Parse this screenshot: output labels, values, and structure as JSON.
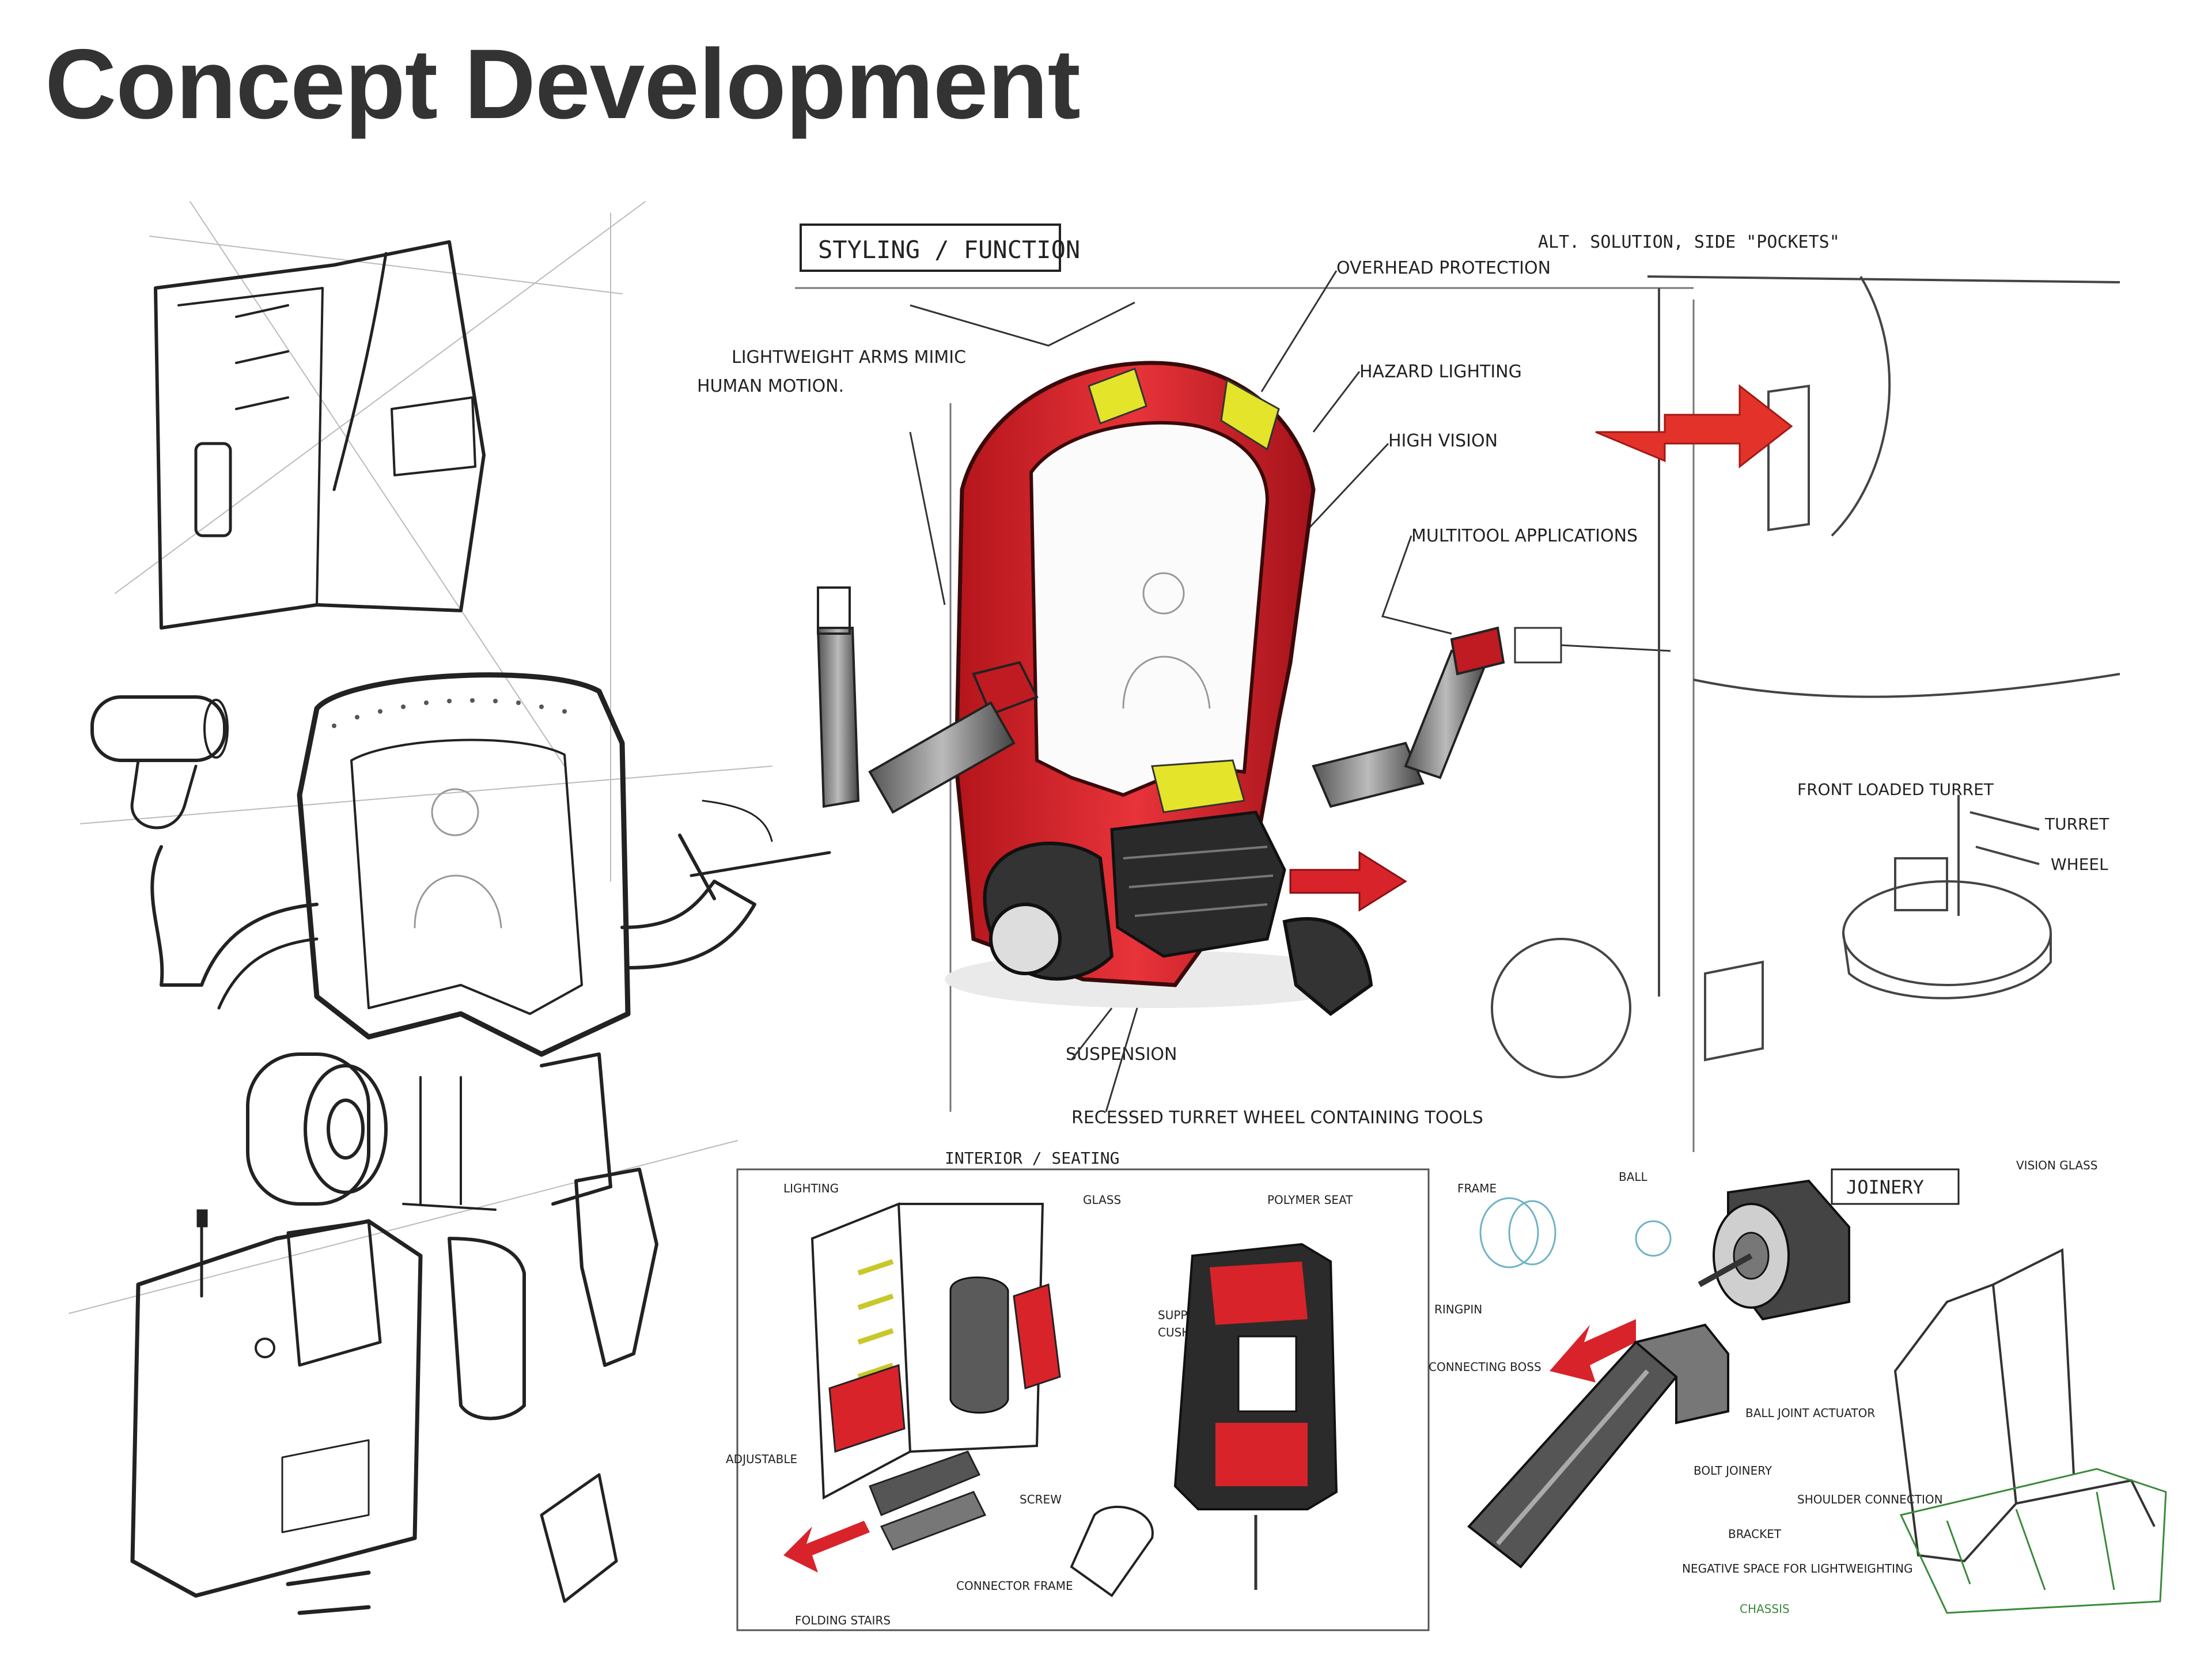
{
  "title": "Concept Development",
  "colors": {
    "title": "#333333",
    "red": "#d8232a",
    "yellow": "#e4e42a",
    "green": "#3a8a3a",
    "ink": "#222222",
    "light_ink": "#8a8a8a"
  },
  "main_sketch": {
    "heading": "STYLING / FUNCTION",
    "notes": {
      "arms": [
        "LIGHTWEIGHT ARMS MIMIC",
        "HUMAN MOTION."
      ],
      "overhead": "OVERHEAD PROTECTION",
      "hazard": "HAZARD LIGHTING",
      "vision": "HIGH VISION",
      "multitool": "MULTITOOL APPLICATIONS",
      "suspension": "SUSPENSION",
      "turret": "RECESSED TURRET WHEEL CONTAINING TOOLS"
    }
  },
  "alt_sketch": {
    "heading": "ALT. SOLUTION, SIDE \"POCKETS\"",
    "notes": {
      "front": "FRONT LOADED TURRET",
      "turret": "TURRET",
      "wheel": "WHEEL"
    }
  },
  "interior_sketch": {
    "heading": "INTERIOR / SEATING",
    "notes": {
      "lighting": "LIGHTING",
      "glass": "GLASS",
      "polymer": "POLYMER SEAT",
      "cushioning": [
        "SUPPORTIVE",
        "CUSHIONING"
      ],
      "adjustable": "ADJUSTABLE",
      "screw": "SCREW",
      "connector": "CONNECTOR FRAME",
      "folding": "FOLDING STAIRS"
    }
  },
  "joinery_sketch": {
    "heading": "JOINERY",
    "notes": {
      "frame": "FRAME",
      "ball": "BALL",
      "vision": "VISION GLASS",
      "ringpin": "RINGPIN",
      "boss": "CONNECTING BOSS",
      "actuator": "BALL JOINT ACTUATOR",
      "bolt": "BOLT JOINERY",
      "shoulder": "SHOULDER CONNECTION",
      "bracket": "BRACKET",
      "negative": "NEGATIVE SPACE FOR LIGHTWEIGHTING",
      "chassis": "CHASSIS"
    }
  }
}
